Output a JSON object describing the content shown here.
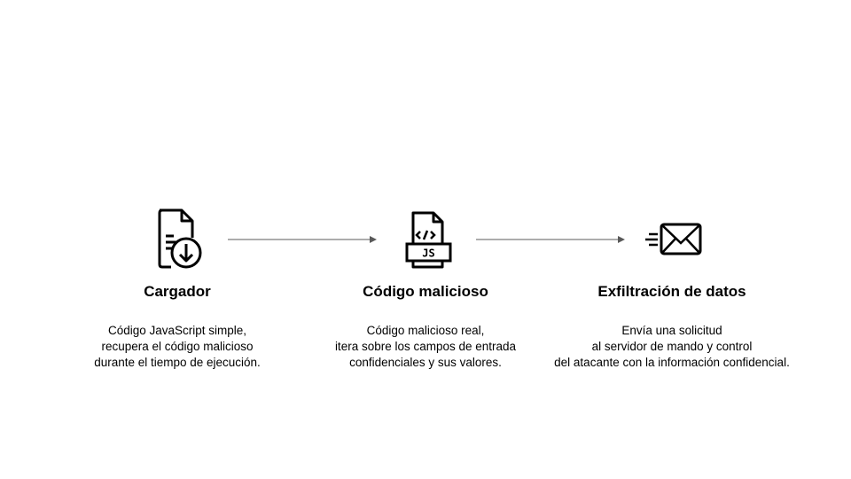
{
  "steps": [
    {
      "title": "Cargador",
      "icon": "file-download-icon",
      "lines": [
        "Código JavaScript simple,",
        "recupera el código malicioso",
        "durante el tiempo de ejecución."
      ]
    },
    {
      "title": "Código malicioso",
      "icon": "js-file-icon",
      "icon_label": "JS",
      "lines": [
        "Código malicioso real,",
        "itera sobre los campos de entrada",
        "confidenciales y sus valores."
      ]
    },
    {
      "title": "Exfiltración de datos",
      "icon": "send-mail-icon",
      "lines": [
        "Envía una solicitud",
        "al servidor de mando y control",
        "del atacante con la información confidencial."
      ]
    }
  ],
  "colors": {
    "arrow": "#595959",
    "text": "#000000"
  }
}
